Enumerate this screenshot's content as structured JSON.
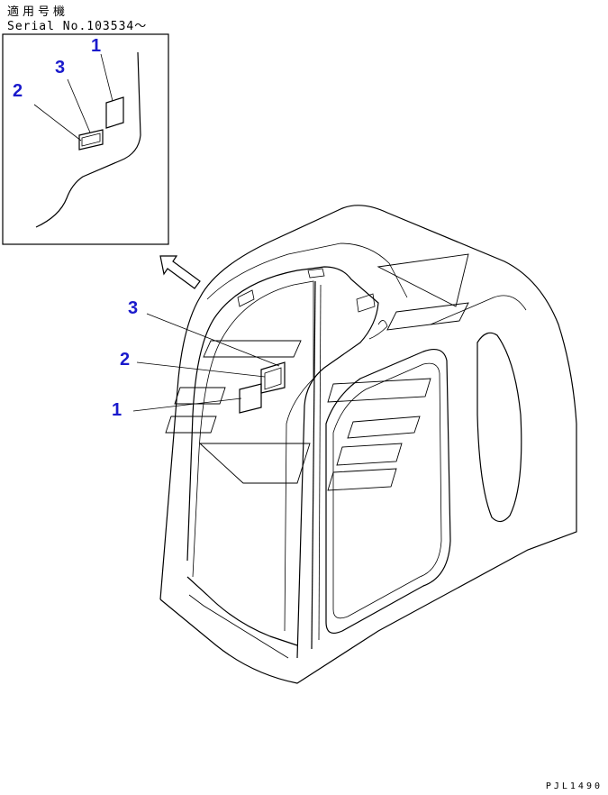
{
  "header": {
    "applicability": "適用号機",
    "serial": "Serial No.103534～"
  },
  "callouts": {
    "inset": [
      "1",
      "3",
      "2"
    ],
    "main": [
      "3",
      "2",
      "1"
    ]
  },
  "drawing_code": "PJL1490",
  "colors": {
    "callout": "#1a1acc",
    "line": "#000000"
  }
}
